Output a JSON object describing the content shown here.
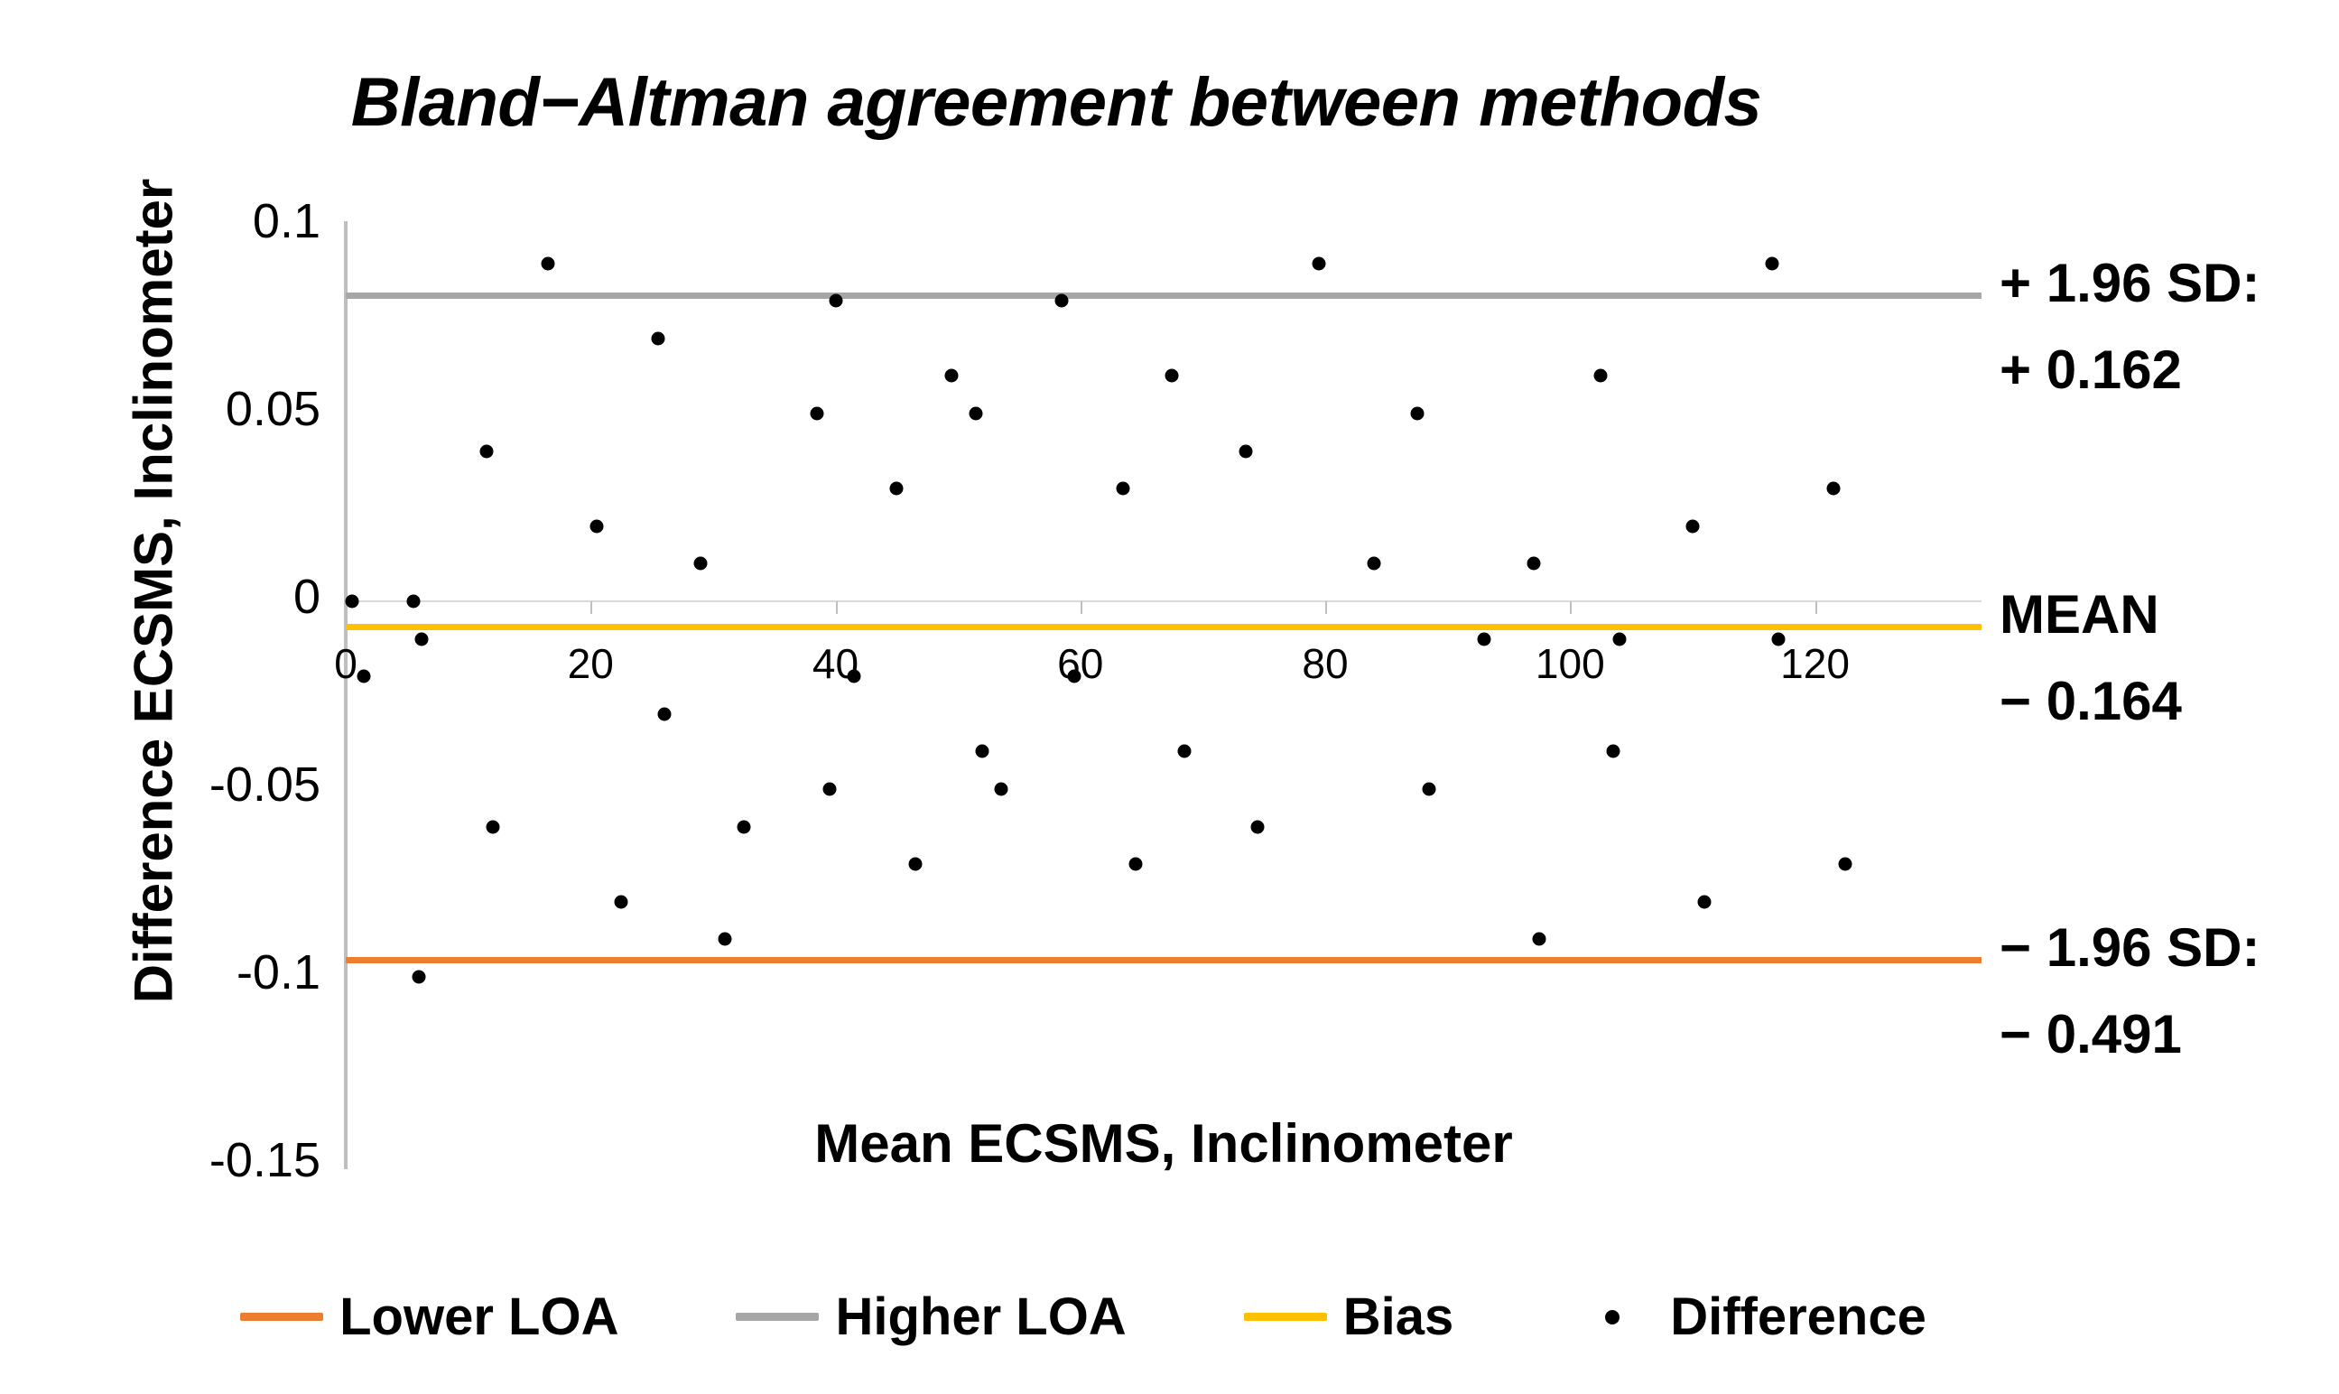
{
  "chart_data": {
    "type": "scatter",
    "title": "Bland−Altman agreement between methods",
    "xlabel": "Mean ECSMS, Inclinometer",
    "ylabel": "Difference ECSMS, Inclinometer",
    "xlim": [
      0,
      133.6
    ],
    "ylim": [
      -0.15,
      0.1
    ],
    "grid": false,
    "legend_position": "bottom",
    "x_ticks": [
      "0",
      "20",
      "40",
      "60",
      "80",
      "100",
      "120"
    ],
    "x_tick_values": [
      0,
      20,
      40,
      60,
      80,
      100,
      120
    ],
    "y_ticks": [
      "0.1",
      "0.05",
      "0",
      "-0.05",
      "-0.1",
      "-0.15"
    ],
    "y_tick_values": [
      0.1,
      0.05,
      0,
      -0.05,
      -0.1,
      -0.15
    ],
    "series": [
      {
        "name": "Difference",
        "type": "scatter",
        "color": "#000000",
        "x": [
          0.5,
          1.5,
          5.5,
          6.0,
          6.2,
          11.5,
          12.0,
          16.5,
          20.5,
          22.5,
          25.5,
          26.0,
          29.0,
          31.0,
          32.5,
          38.5,
          39.5,
          40.0,
          41.5,
          45.0,
          46.5,
          49.5,
          51.5,
          52.0,
          53.5,
          58.5,
          59.5,
          63.5,
          64.5,
          67.5,
          68.5,
          73.5,
          74.5,
          79.5,
          84.0,
          87.5,
          88.5,
          93.0,
          97.0,
          97.5,
          102.5,
          103.5,
          104.0,
          110.0,
          111.0,
          116.5,
          117.0,
          121.5,
          122.5
        ],
        "y": [
          0.0,
          -0.02,
          0.0,
          -0.1,
          -0.01,
          0.04,
          -0.06,
          0.09,
          0.02,
          -0.08,
          0.07,
          -0.03,
          0.01,
          -0.09,
          -0.06,
          0.05,
          -0.05,
          0.08,
          -0.02,
          0.03,
          -0.07,
          0.06,
          0.05,
          -0.04,
          -0.05,
          0.08,
          -0.02,
          0.03,
          -0.07,
          0.06,
          -0.04,
          0.04,
          -0.06,
          0.09,
          0.01,
          0.05,
          -0.05,
          -0.01,
          0.01,
          -0.09,
          0.06,
          -0.04,
          -0.01,
          0.02,
          -0.08,
          0.09,
          -0.01,
          0.03,
          -0.07
        ]
      },
      {
        "name": "Higher LOA",
        "type": "hline",
        "color": "#A6A6A6",
        "value": 0.0815
      },
      {
        "name": "Bias",
        "type": "hline",
        "color": "#FFC000",
        "value": -0.0068
      },
      {
        "name": "Lower LOA",
        "type": "hline",
        "color": "#ED7D31",
        "value": -0.0955
      }
    ],
    "annotations": [
      {
        "id": "upper-loa",
        "line1": "+ 1.96 SD:",
        "line2": "+ 0.162",
        "y": 0.0815
      },
      {
        "id": "bias",
        "line1": "MEAN",
        "line2": "− 0.164",
        "y": -0.0068
      },
      {
        "id": "lower-loa",
        "line1": "− 1.96 SD:",
        "line2": "− 0.491",
        "y": -0.0955
      }
    ],
    "legend": [
      {
        "label": "Lower LOA",
        "marker": "line",
        "color": "#ED7D31"
      },
      {
        "label": "Higher LOA",
        "marker": "line",
        "color": "#A6A6A6"
      },
      {
        "label": "Bias",
        "marker": "line",
        "color": "#FFC000"
      },
      {
        "label": "Difference",
        "marker": "dot",
        "color": "#000000"
      }
    ],
    "colors": {
      "lower_loa": "#ED7D31",
      "higher_loa": "#A6A6A6",
      "bias": "#FFC000",
      "difference": "#000000",
      "axis": "#BFBFBF",
      "zero_grid": "#D9D9D9"
    }
  }
}
